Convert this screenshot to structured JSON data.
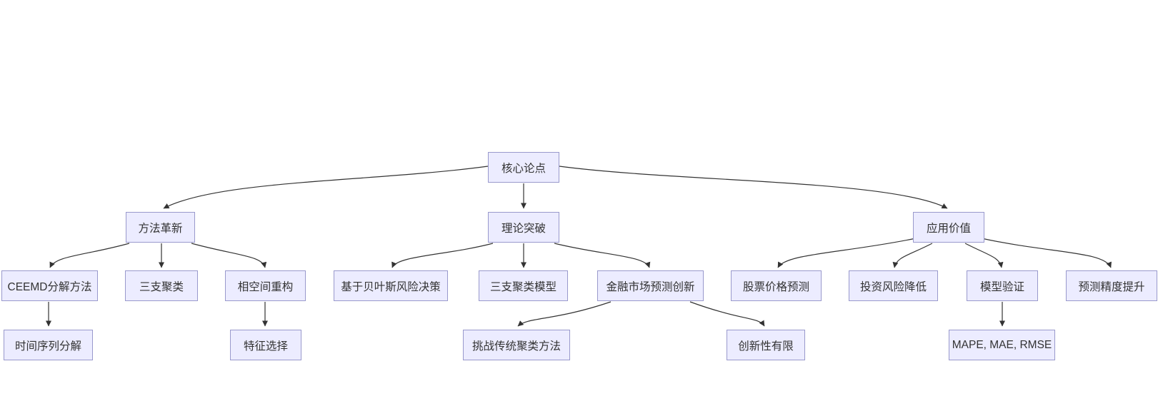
{
  "diagram": {
    "type": "flowchart-top-down",
    "colors": {
      "node_fill": "#ECECFF",
      "node_border": "#9999cc",
      "edge_stroke": "#333333",
      "text": "#333333",
      "background": "#ffffff"
    },
    "nodes": {
      "core": {
        "label": "核心论点"
      },
      "method": {
        "label": "方法革新"
      },
      "theory": {
        "label": "理论突破"
      },
      "value": {
        "label": "应用价值"
      },
      "ceemd": {
        "label": "CEEMD分解方法"
      },
      "three_way": {
        "label": "三支聚类"
      },
      "phase": {
        "label": "相空间重构"
      },
      "bayes": {
        "label": "基于贝叶斯风险决策"
      },
      "three_model": {
        "label": "三支聚类模型"
      },
      "finance": {
        "label": "金融市场预测创新"
      },
      "stock": {
        "label": "股票价格预测"
      },
      "risk": {
        "label": "投资风险降低"
      },
      "validate": {
        "label": "模型验证"
      },
      "accuracy": {
        "label": "预测精度提升"
      },
      "timeseries": {
        "label": "时间序列分解"
      },
      "feature": {
        "label": "特征选择"
      },
      "challenge": {
        "label": "挑战传统聚类方法"
      },
      "limited": {
        "label": "创新性有限"
      },
      "metrics": {
        "label": "MAPE, MAE, RMSE"
      }
    },
    "edges": [
      {
        "from": "core",
        "to": "method"
      },
      {
        "from": "core",
        "to": "theory"
      },
      {
        "from": "core",
        "to": "value"
      },
      {
        "from": "method",
        "to": "ceemd"
      },
      {
        "from": "method",
        "to": "three_way"
      },
      {
        "from": "method",
        "to": "phase"
      },
      {
        "from": "theory",
        "to": "bayes"
      },
      {
        "from": "theory",
        "to": "three_model"
      },
      {
        "from": "theory",
        "to": "finance"
      },
      {
        "from": "value",
        "to": "stock"
      },
      {
        "from": "value",
        "to": "risk"
      },
      {
        "from": "value",
        "to": "validate"
      },
      {
        "from": "value",
        "to": "accuracy"
      },
      {
        "from": "ceemd",
        "to": "timeseries"
      },
      {
        "from": "phase",
        "to": "feature"
      },
      {
        "from": "finance",
        "to": "challenge"
      },
      {
        "from": "finance",
        "to": "limited"
      },
      {
        "from": "validate",
        "to": "metrics"
      }
    ]
  }
}
